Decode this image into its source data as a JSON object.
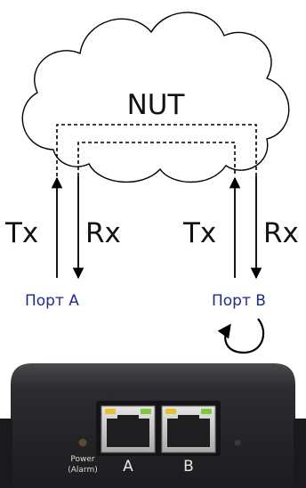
{
  "cloud": {
    "label": "NUT"
  },
  "port_a": {
    "tx_label": "Tx",
    "rx_label": "Rx",
    "name": "Порт A"
  },
  "port_b": {
    "tx_label": "Tx",
    "rx_label": "Rx",
    "name": "Порт B"
  },
  "device": {
    "power_label_line1": "Power",
    "power_label_line2": "(Alarm)",
    "port_a_label": "A",
    "port_b_label": "B"
  },
  "colors": {
    "port_label": "#1f2a8a",
    "line": "#000000",
    "cloud_stroke": "#000000",
    "device_body": "#2b2b2e",
    "led_green": "#7ec83a",
    "led_yellow": "#e3c22a"
  }
}
